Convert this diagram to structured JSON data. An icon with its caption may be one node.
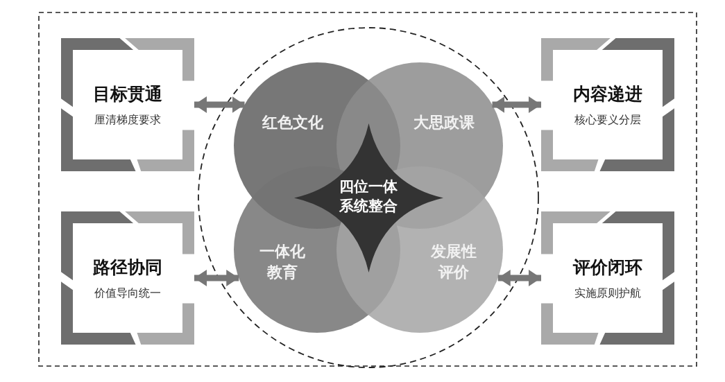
{
  "diagram": {
    "nodes": [
      {
        "text": [
          "目标贯通",
          "厘清梯度要求"
        ]
      },
      {
        "text": [
          "内容递进",
          "核心要义分层"
        ]
      },
      {
        "text": [
          "路径协同",
          "价值导向统一"
        ]
      },
      {
        "text": [
          "评价闭环",
          "实施原则护航"
        ]
      },
      {
        "text": [
          "红色文化"
        ]
      },
      {
        "text": [
          "大思政课"
        ]
      },
      {
        "text": [
          "一体化教育"
        ]
      },
      {
        "text": [
          "发展性评价"
        ]
      },
      {
        "text": [
          "四位一体系统整合"
        ]
      }
    ],
    "edges": [
      {
        "from": 0,
        "to": 4,
        "arrow": "both"
      },
      {
        "from": 1,
        "to": 5,
        "arrow": "both"
      },
      {
        "from": 2,
        "to": 6,
        "arrow": "both"
      },
      {
        "from": 3,
        "to": 7,
        "arrow": "both"
      }
    ]
  }
}
